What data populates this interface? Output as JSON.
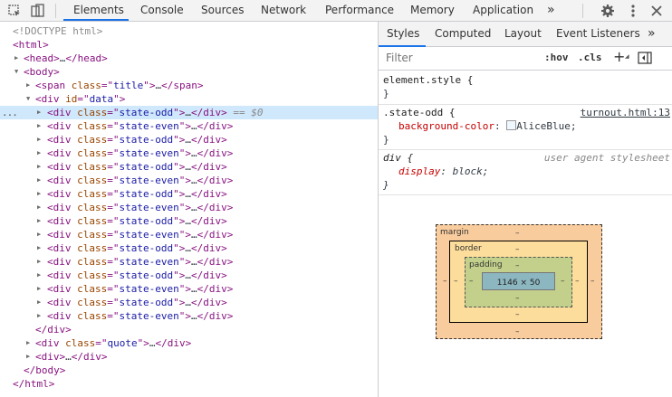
{
  "toolbar": {
    "tabs": [
      "Elements",
      "Console",
      "Sources",
      "Network",
      "Performance",
      "Memory",
      "Application"
    ],
    "more": "»",
    "colors": {
      "active_underline": "#1a73e8"
    }
  },
  "dom": {
    "doctype": "<!DOCTYPE html>",
    "rows": [
      {
        "tag": "span",
        "attr": "class",
        "value": "title",
        "closing": "</span>"
      }
    ],
    "children": [
      "state-odd",
      "state-even",
      "state-odd",
      "state-even",
      "state-odd",
      "state-even",
      "state-odd",
      "state-even",
      "state-odd",
      "state-even",
      "state-odd",
      "state-even",
      "state-odd",
      "state-even",
      "state-odd",
      "state-even"
    ],
    "selected_suffix": "== $0",
    "ellipsis": "…",
    "data_id": "data",
    "quote_class": "quote"
  },
  "styles": {
    "tabs": [
      "Styles",
      "Computed",
      "Layout",
      "Event Listeners"
    ],
    "more": "»",
    "filter_placeholder": "Filter",
    "hov": ":hov",
    "cls": ".cls",
    "element_style": "element.style {",
    "close_brace": "}",
    "rule1_selector": ".state-odd {",
    "rule1_link": "turnout.html:13",
    "rule1_prop": "background-color",
    "rule1_value": "AliceBlue;",
    "rule2_selector": "div {",
    "rule2_source": "user agent stylesheet",
    "rule2_prop": "display",
    "rule2_value": "block;",
    "colors": {
      "swatch": "#F0F8FF",
      "margin": "#f9cc9d",
      "border": "#fddd9b",
      "padding": "#c3d08b",
      "content": "#8cb6c0"
    }
  },
  "boxmodel": {
    "margin_label": "margin",
    "border_label": "border",
    "padding_label": "padding",
    "content": "1146 × 50",
    "dash": "–"
  }
}
